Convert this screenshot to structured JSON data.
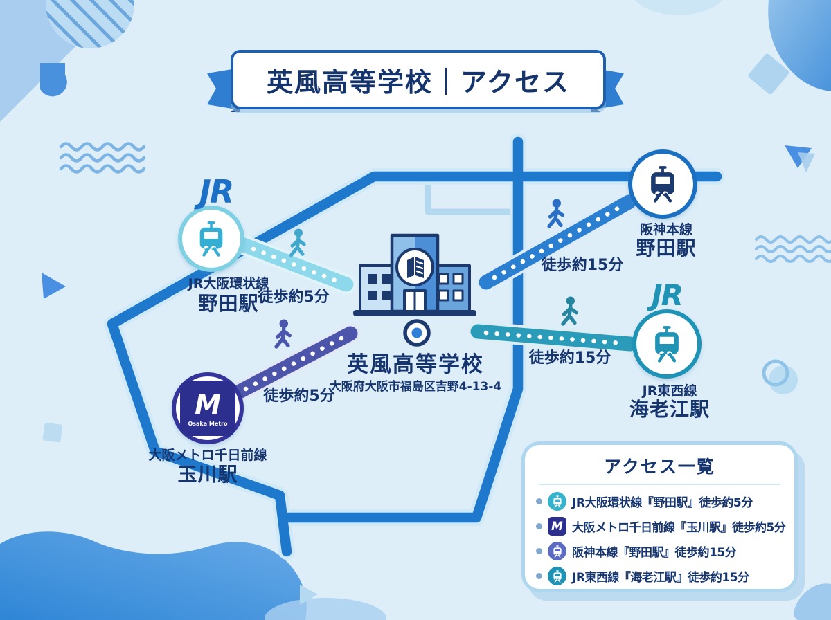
{
  "banner": {
    "title": "英風高等学校｜アクセス"
  },
  "school": {
    "name": "英風高等学校",
    "address": "大阪府大阪市福島区吉野4-13-4",
    "emblem": "open-book-icon"
  },
  "stations": {
    "jr_noda": {
      "operator_logo": "JR",
      "line": "JR大阪環状線",
      "name": "野田駅",
      "walk": "徒歩約5分",
      "icon": "tram-icon",
      "accent": "#7fd0e2",
      "train_color": "#35aed4",
      "path_color": "#8ed8ec"
    },
    "metro_tamagawa": {
      "logo_m": "M",
      "logo_sub": "Osaka Metro",
      "line": "大阪メトロ千日前線",
      "name": "玉川駅",
      "walk": "徒歩約5分",
      "icon": "metro-logo-icon",
      "accent": "#34349b",
      "path_color": "#4d55aa"
    },
    "hanshin_noda": {
      "line": "阪神本線",
      "name": "野田駅",
      "walk": "徒歩約15分",
      "icon": "train-icon",
      "accent": "#1b6fc0",
      "train_color": "#1d3a6e",
      "path_color": "#2b7fd0"
    },
    "jr_ebie": {
      "operator_logo": "JR",
      "line": "JR東西線",
      "name": "海老江駅",
      "walk": "徒歩約15分",
      "icon": "tram-icon",
      "accent": "#1f93b5",
      "train_color": "#2193b5",
      "path_color": "#2a9cba"
    }
  },
  "access_panel": {
    "title": "アクセス一覧",
    "items": [
      {
        "icon": "train-circle-cyan-icon",
        "icon_color": "#35b2cc",
        "text": "JR大阪環状線『野田駅』徒歩約5分"
      },
      {
        "icon": "osaka-metro-square-icon",
        "icon_color": "#2d2f8f",
        "text": "大阪メトロ千日前線『玉川駅』徒歩約5分"
      },
      {
        "icon": "train-circle-blue-icon",
        "icon_color": "#5b6bc4",
        "text": "阪神本線『野田駅』徒歩約15分"
      },
      {
        "icon": "train-circle-teal-icon",
        "icon_color": "#1f93b5",
        "text": "JR東西線『海老江駅』徒歩約15分"
      }
    ]
  },
  "colors": {
    "background": "#ddeef9",
    "road": "#1e78cc",
    "road_halo": "#cfe9f8",
    "thin_road": "#b3d9f1",
    "navy_text": "#16356e",
    "banner_border": "#1f5fae",
    "panel_border": "#aed6ee"
  }
}
